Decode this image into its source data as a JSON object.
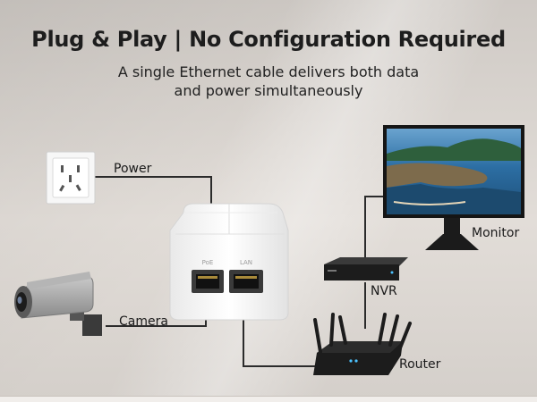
{
  "header": {
    "title": "Plug & Play | No Configuration Required",
    "subtitle_line1": "A single Ethernet cable delivers both data",
    "subtitle_line2": "and power simultaneously"
  },
  "device": {
    "port_poe_label": "PoE",
    "port_lan_label": "LAN"
  },
  "labels": {
    "power": "Power",
    "camera": "Camera",
    "nvr": "NVR",
    "monitor": "Monitor",
    "router": "Router"
  },
  "colors": {
    "cable": "#2b2b2b",
    "text": "#1d1d1d"
  }
}
